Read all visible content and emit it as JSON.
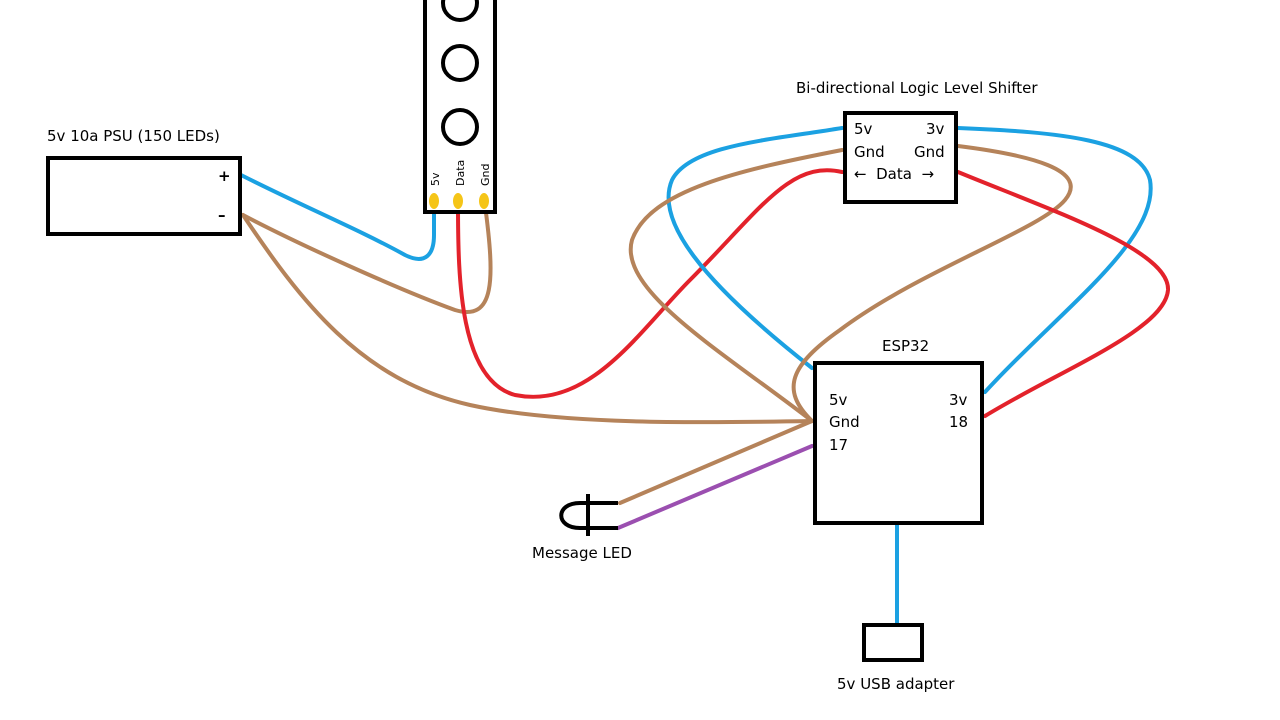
{
  "colors": {
    "wire_5v": "#1ba1e2",
    "wire_gnd": "#b5835a",
    "wire_data": "#e3222b",
    "wire_led": "#9b4fb0",
    "led_pad": "#f5c518",
    "outline": "#000000"
  },
  "psu": {
    "label": "5v 10a PSU (150 LEDs)",
    "plus": "+",
    "minus": "–"
  },
  "strip": {
    "pins": [
      "5v",
      "Data",
      "Gnd"
    ]
  },
  "shifter": {
    "label": "Bi-directional Logic Level Shifter",
    "left_5v": "5v",
    "right_3v": "3v",
    "left_gnd": "Gnd",
    "right_gnd": "Gnd",
    "data": "←  Data  →"
  },
  "esp32": {
    "label": "ESP32",
    "pin_5v": "5v",
    "pin_3v": "3v",
    "pin_gnd": "Gnd",
    "pin_18": "18",
    "pin_17": "17"
  },
  "led": {
    "label": "Message LED"
  },
  "usb": {
    "label": "5v USB adapter"
  }
}
